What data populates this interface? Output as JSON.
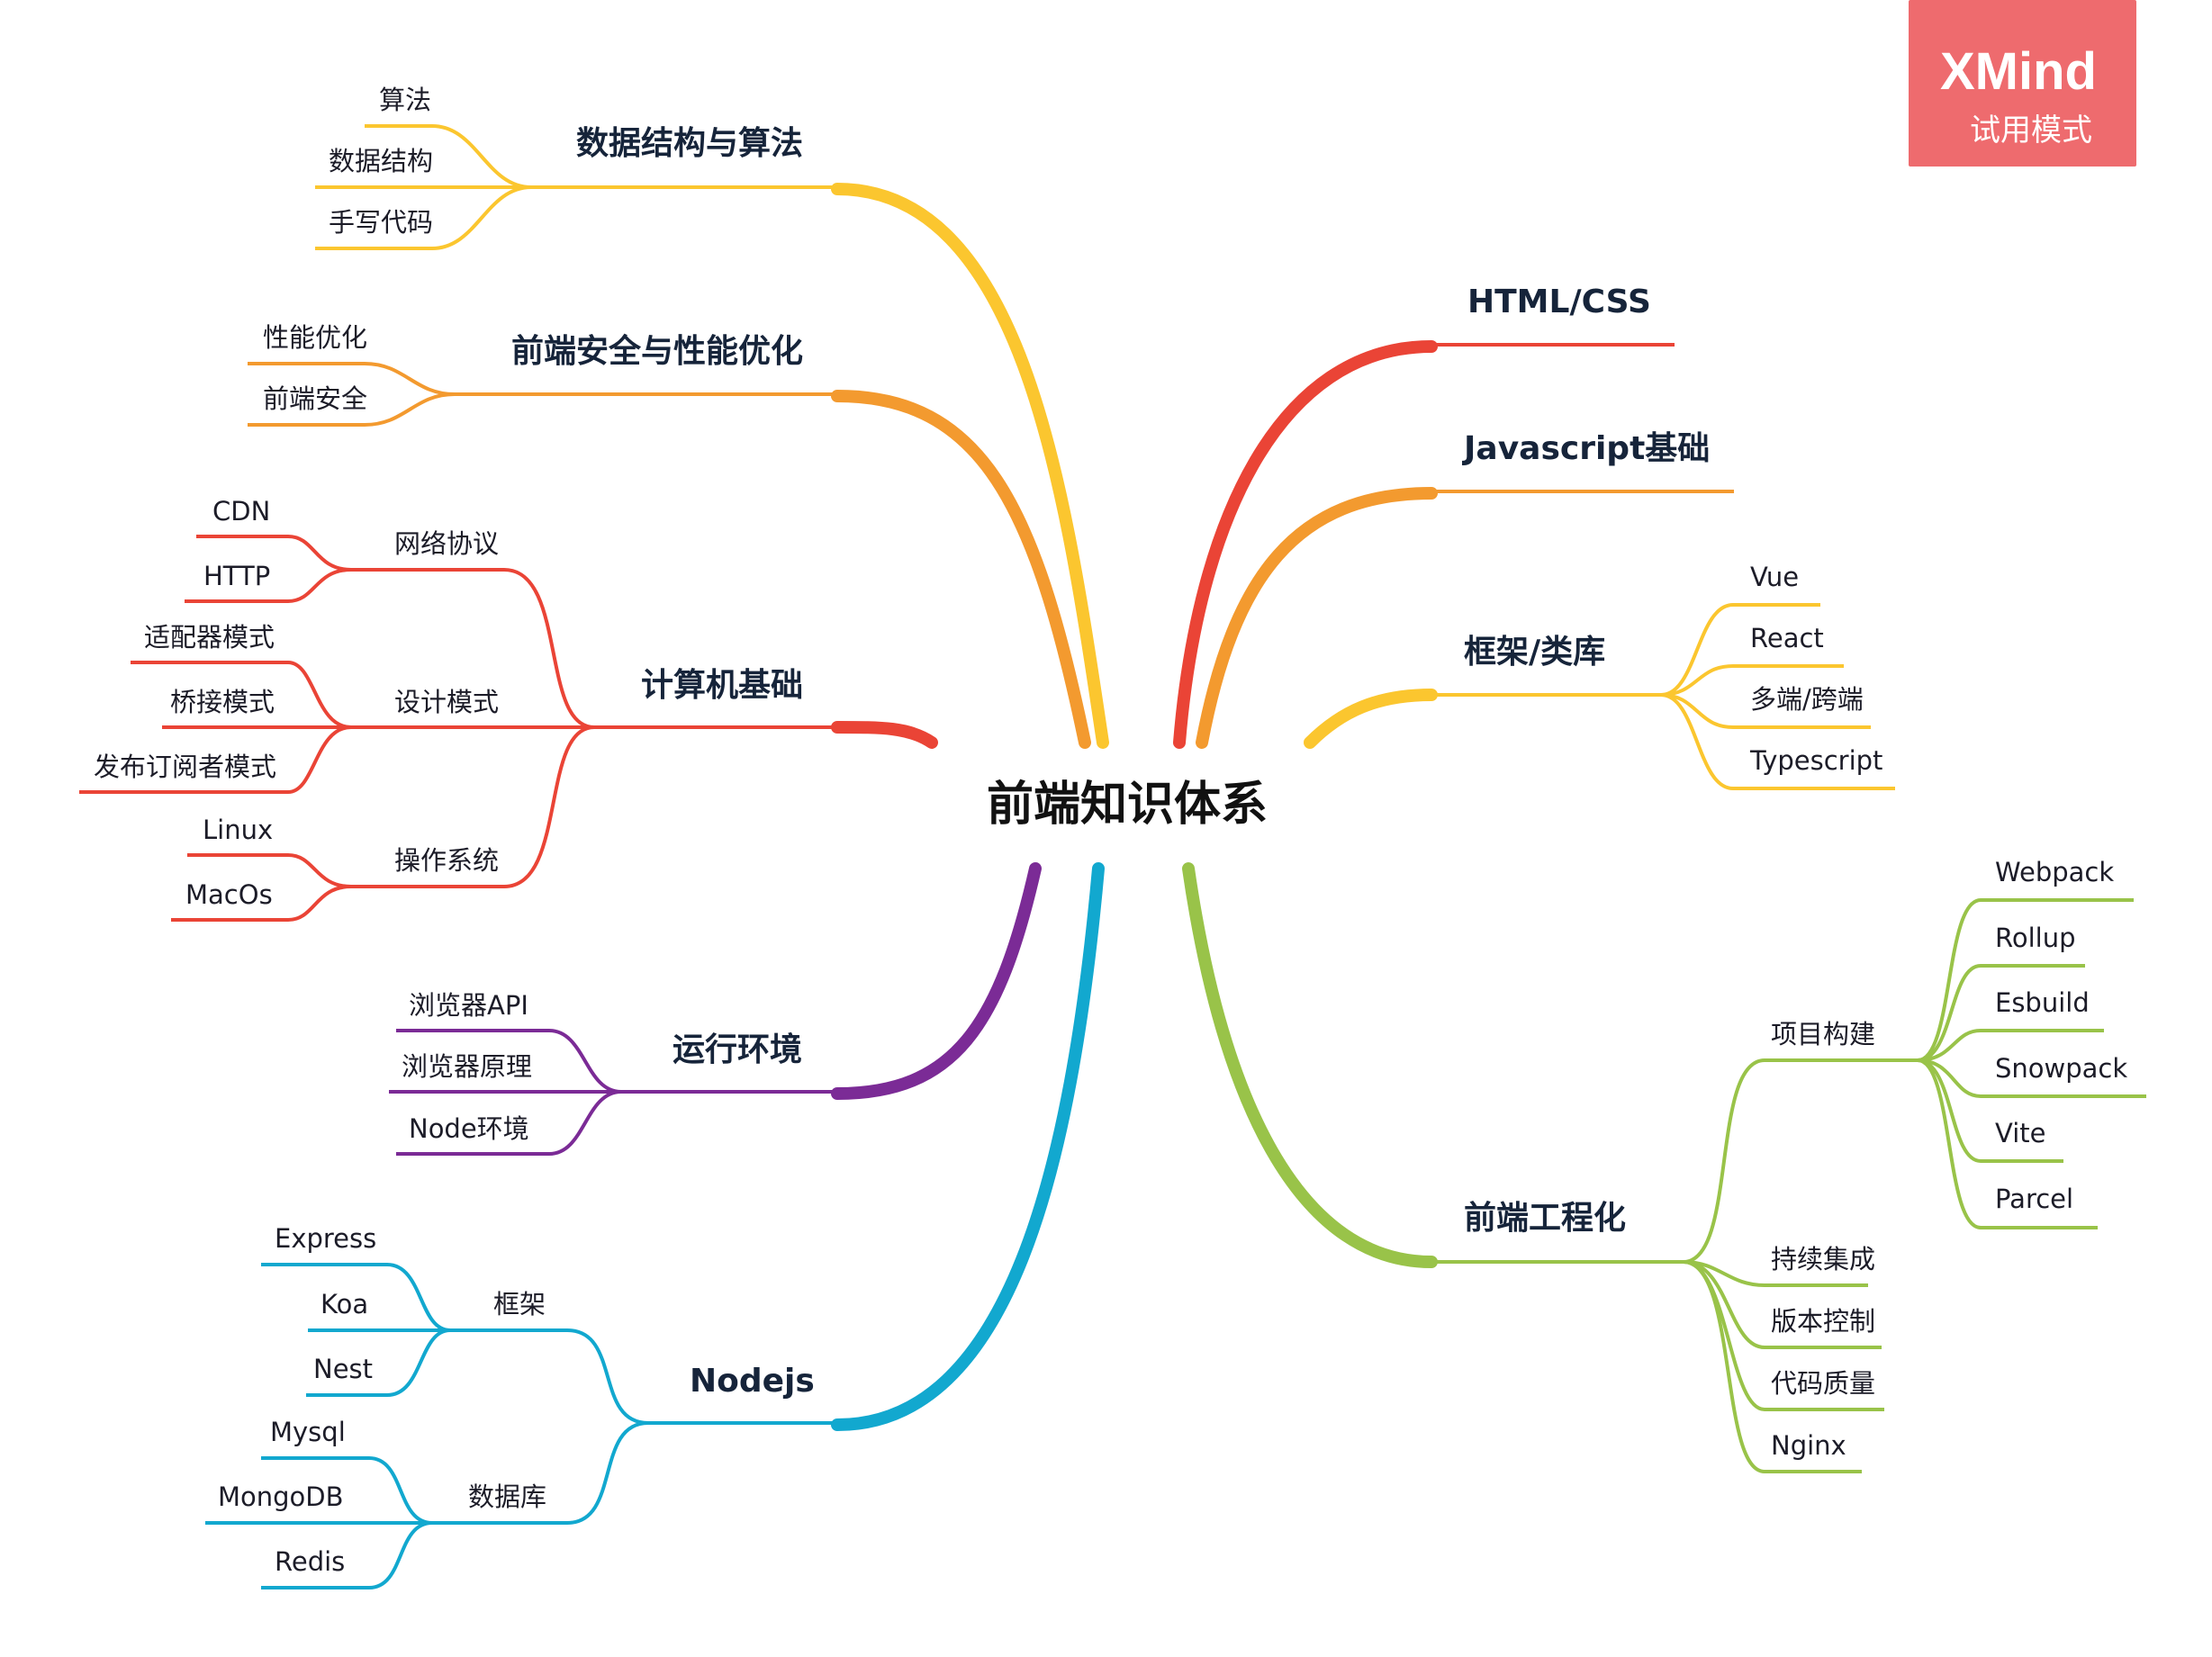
{
  "root": "前端知识体系",
  "badge": {
    "title": "XMind",
    "subtitle": "试用模式"
  },
  "colors": {
    "red": "#ea4436",
    "orange": "#f39a2f",
    "yellow": "#fbc62f",
    "purple": "#7b2b96",
    "blue": "#12a8cf",
    "green": "#99c349"
  },
  "left": {
    "dsa": {
      "title": "数据结构与算法",
      "items": [
        "算法",
        "数据结构",
        "手写代码"
      ]
    },
    "security": {
      "title": "前端安全与性能优化",
      "items": [
        "性能优化",
        "前端安全"
      ]
    },
    "cs": {
      "title": "计算机基础",
      "groups": [
        {
          "label": "网络协议",
          "items": [
            "CDN",
            "HTTP"
          ]
        },
        {
          "label": "设计模式",
          "items": [
            "适配器模式",
            "桥接模式",
            "发布订阅者模式"
          ]
        },
        {
          "label": "操作系统",
          "items": [
            "Linux",
            "MacOs"
          ]
        }
      ]
    },
    "runtime": {
      "title": "运行环境",
      "items": [
        "浏览器API",
        "浏览器原理",
        "Node环境"
      ]
    },
    "nodejs": {
      "title": "Nodejs",
      "groups": [
        {
          "label": "框架",
          "items": [
            "Express",
            "Koa",
            "Nest"
          ]
        },
        {
          "label": "数据库",
          "items": [
            "Mysql",
            "MongoDB",
            "Redis"
          ]
        }
      ]
    }
  },
  "right": {
    "html": {
      "title": "HTML/CSS"
    },
    "js": {
      "title": "Javascript基础"
    },
    "frameworks": {
      "title": "框架/类库",
      "items": [
        "Vue",
        "React",
        "多端/跨端",
        "Typescript"
      ]
    },
    "engineering": {
      "title": "前端工程化",
      "groups": [
        {
          "label": "项目构建",
          "items": [
            "Webpack",
            "Rollup",
            "Esbuild",
            "Snowpack",
            "Vite",
            "Parcel"
          ]
        },
        {
          "label": "持续集成"
        },
        {
          "label": "版本控制"
        },
        {
          "label": "代码质量"
        },
        {
          "label": "Nginx"
        }
      ]
    }
  }
}
